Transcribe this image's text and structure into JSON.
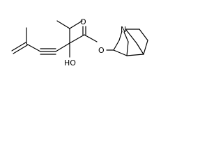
{
  "diagram": {
    "atoms": {
      "ring_oxygen": "O",
      "ester_oxygen": "O",
      "hydroxyl": "HO",
      "nitrogen": "N"
    },
    "colors": {
      "bond": "#000000",
      "background": "#ffffff"
    }
  }
}
